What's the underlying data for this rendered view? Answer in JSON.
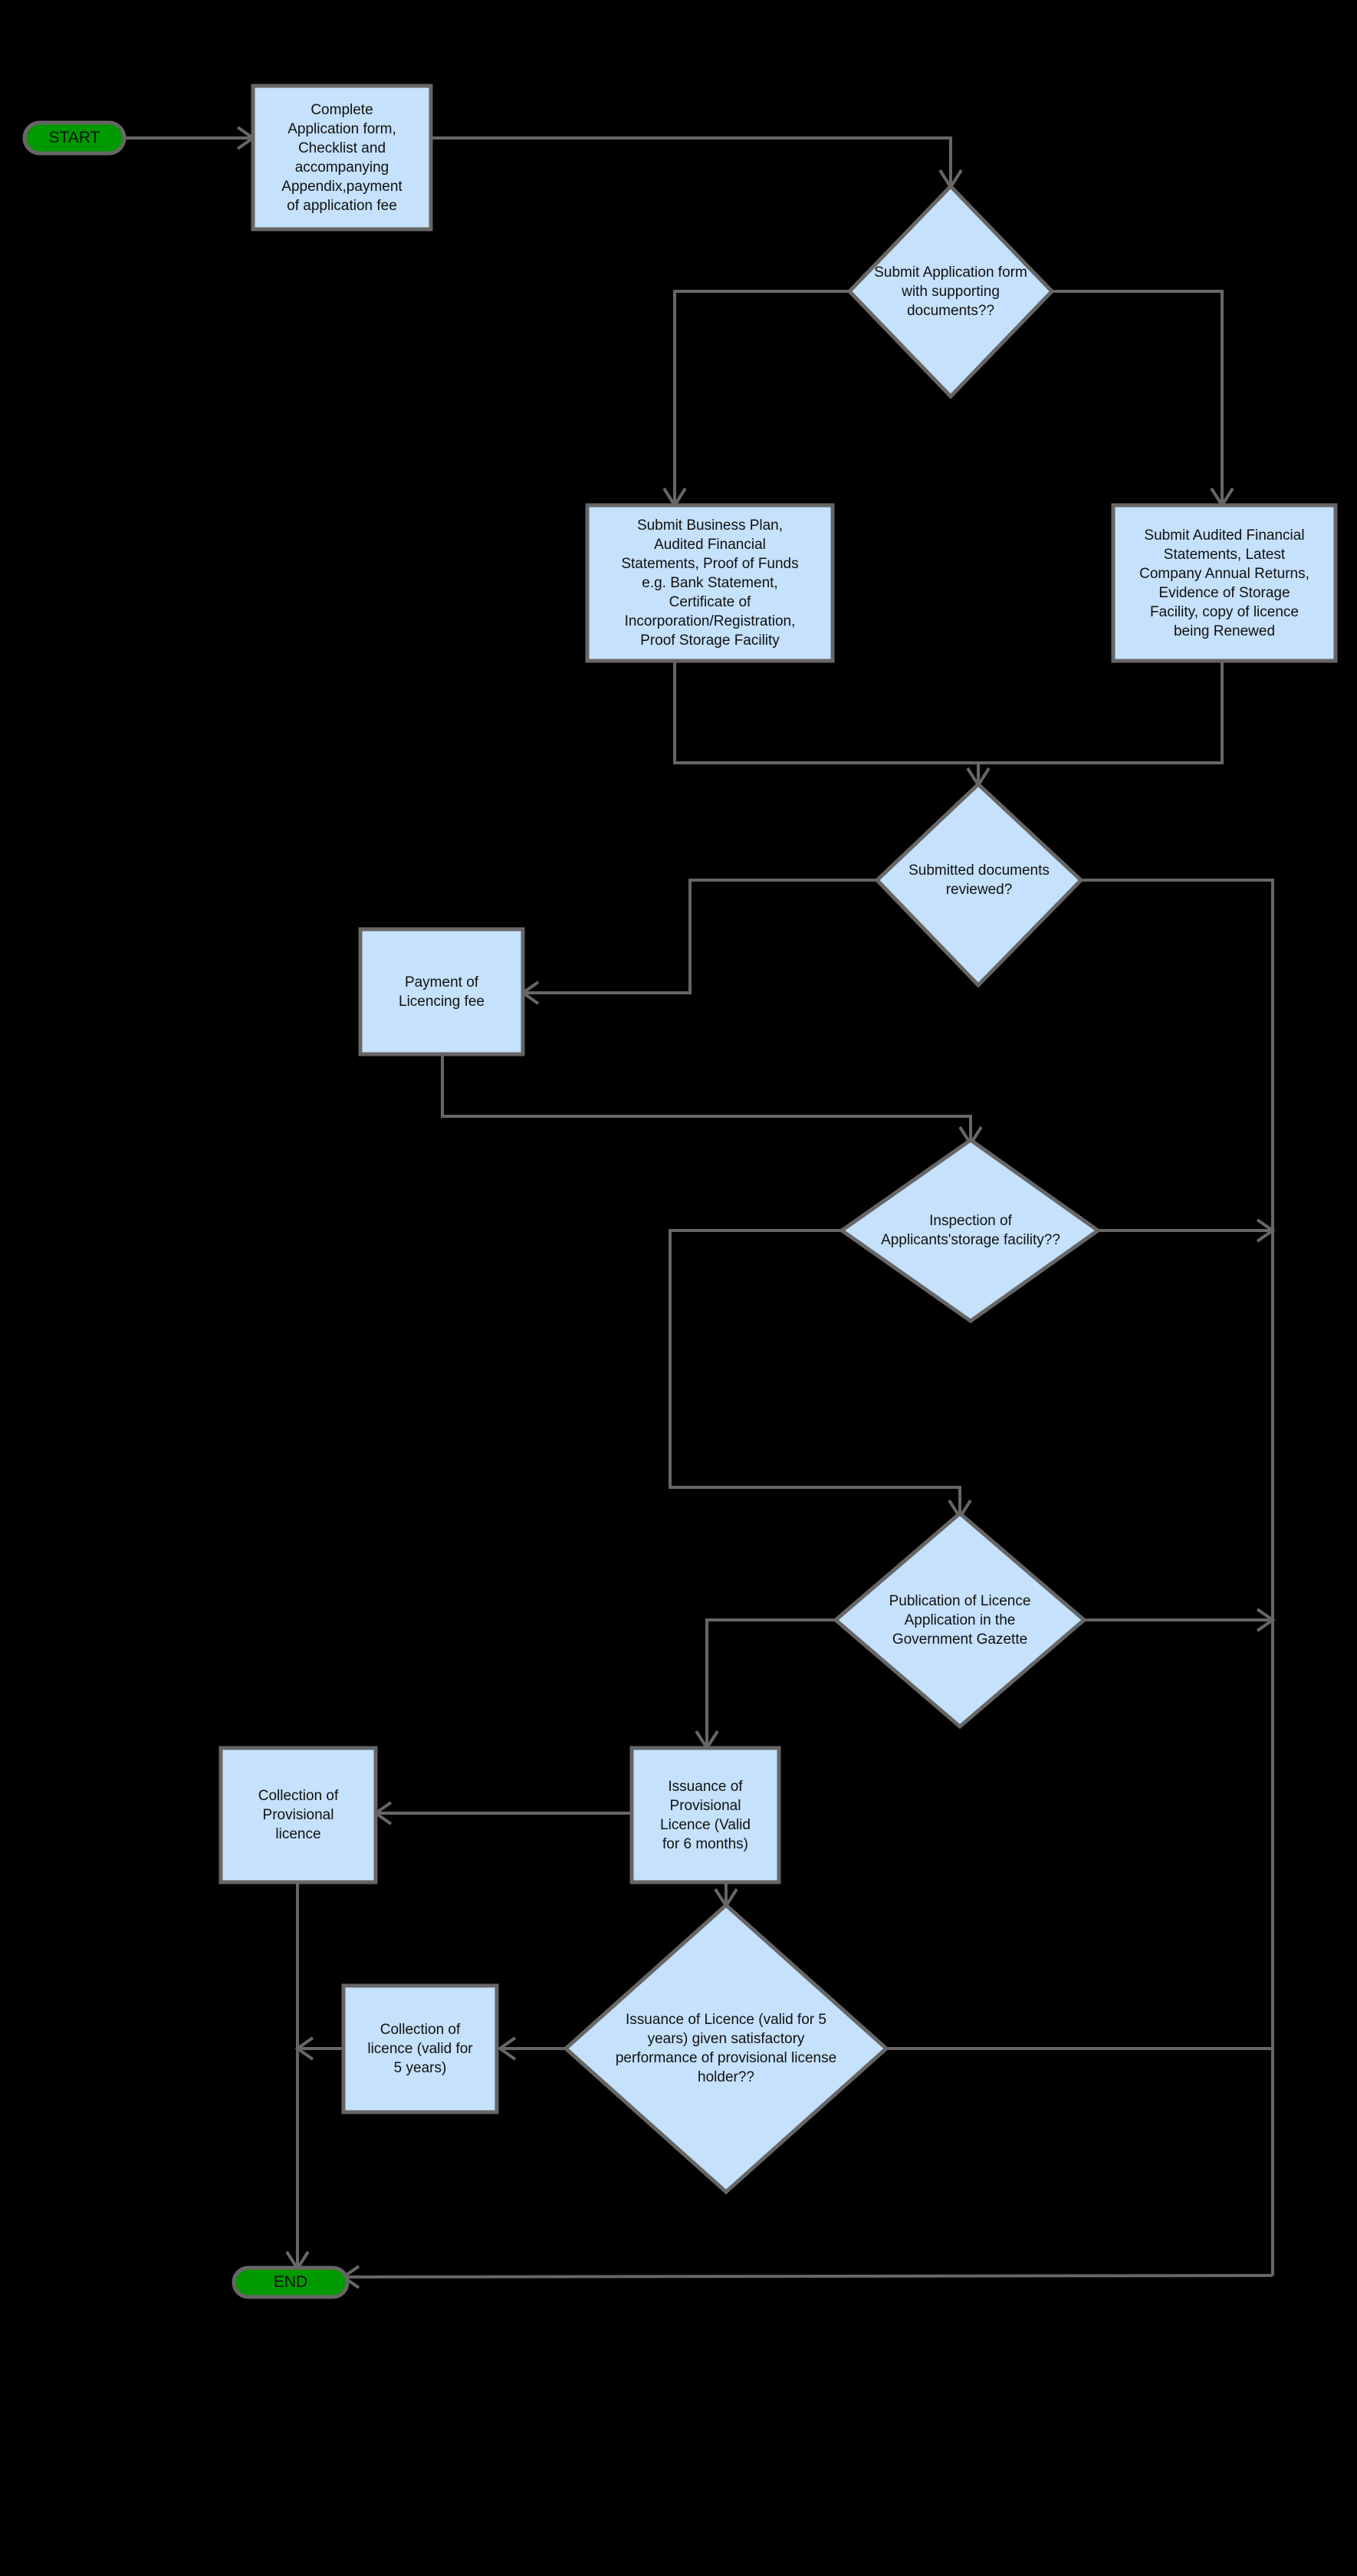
{
  "diagram": {
    "type": "flowchart",
    "title": "Licence Application Process Flowchart",
    "background_color": "#000000",
    "process_fill_color": "#c5e1fb",
    "terminator_fill_color": "#009900",
    "edge_color": "#666666",
    "border_color": "#666666",
    "text_color": "#111111"
  },
  "nodes": [
    {
      "id": "start",
      "shape": "terminator",
      "label": "START"
    },
    {
      "id": "complete-application",
      "shape": "process",
      "label": "Complete\nApplication form,\nChecklist and\naccompanying\nAppendix,payment\nof application fee"
    },
    {
      "id": "submit-application-decision",
      "shape": "decision",
      "label": "Submit Application form\nwith supporting\ndocuments??"
    },
    {
      "id": "submit-business-plan",
      "shape": "process",
      "label": "Submit Business Plan,\nAudited Financial\nStatements, Proof of Funds\ne.g. Bank Statement,\nCertificate of\nIncorporation/Registration,\nProof Storage Facility"
    },
    {
      "id": "submit-audited-financials",
      "shape": "process",
      "label": "Submit Audited Financial\nStatements, Latest\nCompany Annual Returns,\nEvidence of Storage\nFacility, copy of licence\nbeing Renewed"
    },
    {
      "id": "documents-reviewed-decision",
      "shape": "decision",
      "label": "Submitted documents\nreviewed?"
    },
    {
      "id": "payment-licencing-fee",
      "shape": "process",
      "label": "Payment of\nLicencing fee"
    },
    {
      "id": "inspection-decision",
      "shape": "decision",
      "label": "Inspection of\nApplicants'storage facility??"
    },
    {
      "id": "publication-gazette-decision",
      "shape": "decision",
      "label": "Publication of Licence\nApplication in the\nGovernment Gazette"
    },
    {
      "id": "issuance-provisional-licence",
      "shape": "process",
      "label": "Issuance of\nProvisional\nLicence (Valid\nfor 6 months)"
    },
    {
      "id": "collection-provisional-licence",
      "shape": "process",
      "label": "Collection of\nProvisional\nlicence"
    },
    {
      "id": "issuance-licence-decision",
      "shape": "decision",
      "label": "Issuance of Licence (valid for 5\nyears) given satisfactory\nperformance of provisional license\nholder??"
    },
    {
      "id": "collection-licence-5-years",
      "shape": "process",
      "label": "Collection of\nlicence (valid for\n5 years)"
    },
    {
      "id": "end",
      "shape": "terminator",
      "label": "END"
    }
  ],
  "edges": [
    {
      "from": "start",
      "to": "complete-application"
    },
    {
      "from": "complete-application",
      "to": "submit-application-decision"
    },
    {
      "from": "submit-application-decision",
      "to": "submit-business-plan"
    },
    {
      "from": "submit-application-decision",
      "to": "submit-audited-financials"
    },
    {
      "from": "submit-business-plan",
      "to": "documents-reviewed-decision"
    },
    {
      "from": "submit-audited-financials",
      "to": "documents-reviewed-decision"
    },
    {
      "from": "documents-reviewed-decision",
      "to": "payment-licencing-fee"
    },
    {
      "from": "documents-reviewed-decision",
      "to": "end"
    },
    {
      "from": "payment-licencing-fee",
      "to": "inspection-decision"
    },
    {
      "from": "inspection-decision",
      "to": "publication-gazette-decision"
    },
    {
      "from": "inspection-decision",
      "to": "end"
    },
    {
      "from": "publication-gazette-decision",
      "to": "issuance-provisional-licence"
    },
    {
      "from": "publication-gazette-decision",
      "to": "end"
    },
    {
      "from": "issuance-provisional-licence",
      "to": "collection-provisional-licence"
    },
    {
      "from": "issuance-provisional-licence",
      "to": "issuance-licence-decision"
    },
    {
      "from": "collection-provisional-licence",
      "to": "end"
    },
    {
      "from": "issuance-licence-decision",
      "to": "collection-licence-5-years"
    },
    {
      "from": "collection-licence-5-years",
      "to": "end"
    }
  ]
}
